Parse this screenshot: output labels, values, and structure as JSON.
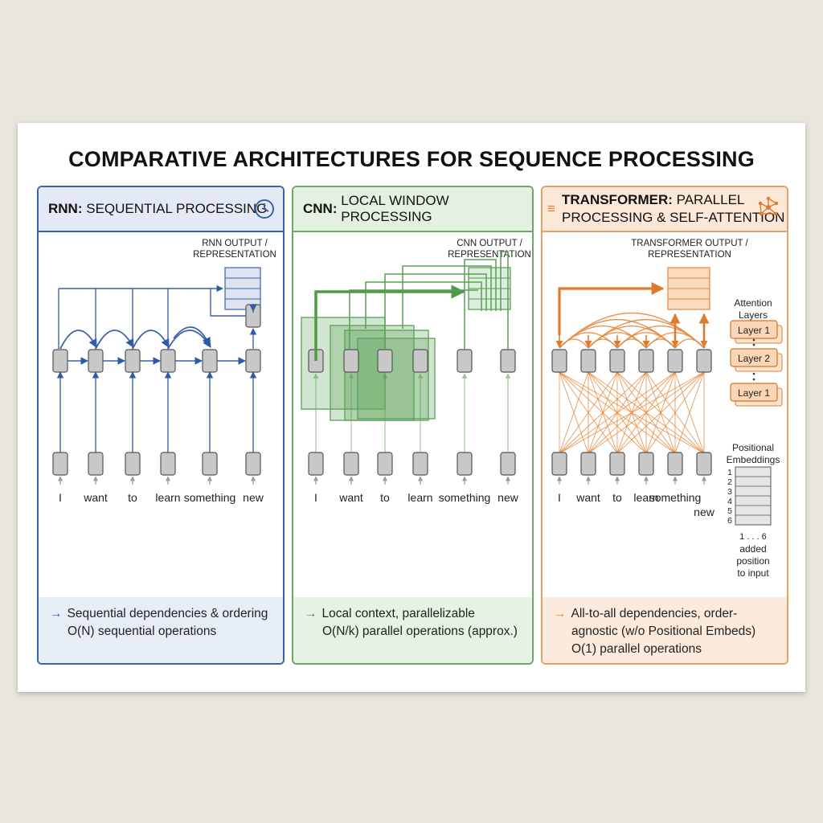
{
  "title": "COMPARATIVE ARCHITECTURES FOR SEQUENCE PROCESSING",
  "tokens": [
    "I",
    "want",
    "to",
    "learn",
    "something",
    "new"
  ],
  "colors": {
    "rnn": "#3c62a8",
    "cnn": "#5a9e55",
    "transformer": "#e58a3f"
  },
  "rnn": {
    "heading_bold": "RNN:",
    "heading_rest": "SEQUENTIAL PROCESSING",
    "icon": "clock-icon",
    "output_label_1": "RNN OUTPUT /",
    "output_label_2": "REPRESENTATION",
    "footer_line1": "Sequential dependencies & ordering",
    "footer_line2": "O(N) sequential operations"
  },
  "cnn": {
    "heading_bold": "CNN:",
    "heading_rest": "LOCAL WINDOW PROCESSING",
    "output_label_1": "CNN OUTPUT /",
    "output_label_2": "REPRESENTATION",
    "footer_line1": "Local context, parallelizable",
    "footer_line2": "O(N/k) parallel operations (approx.)"
  },
  "transformer": {
    "heading_bold": "TRANSFORMER:",
    "heading_rest_1": "PARALLEL",
    "heading_rest_2": "PROCESSING & SELF-ATTENTION",
    "icon": "network-icon",
    "output_label_1": "TRANSFORMER OUTPUT /",
    "output_label_2": "REPRESENTATION",
    "attention_title_1": "Attention",
    "attention_title_2": "Layers",
    "layers": [
      "Layer 1",
      "Layer 2",
      "Layer 1"
    ],
    "pos_title_1": "Positional",
    "pos_title_2": "Embeddings",
    "pos_rows": [
      "1",
      "2",
      "3",
      "4",
      "5",
      "6"
    ],
    "pos_range": "1 . . . 6",
    "pos_note_1": "added",
    "pos_note_2": "position",
    "pos_note_3": "to input",
    "footer_line1": "All-to-all dependencies, order-",
    "footer_line2": "agnostic (w/o Positional Embeds)",
    "footer_line3": "O(1) parallel operations"
  }
}
